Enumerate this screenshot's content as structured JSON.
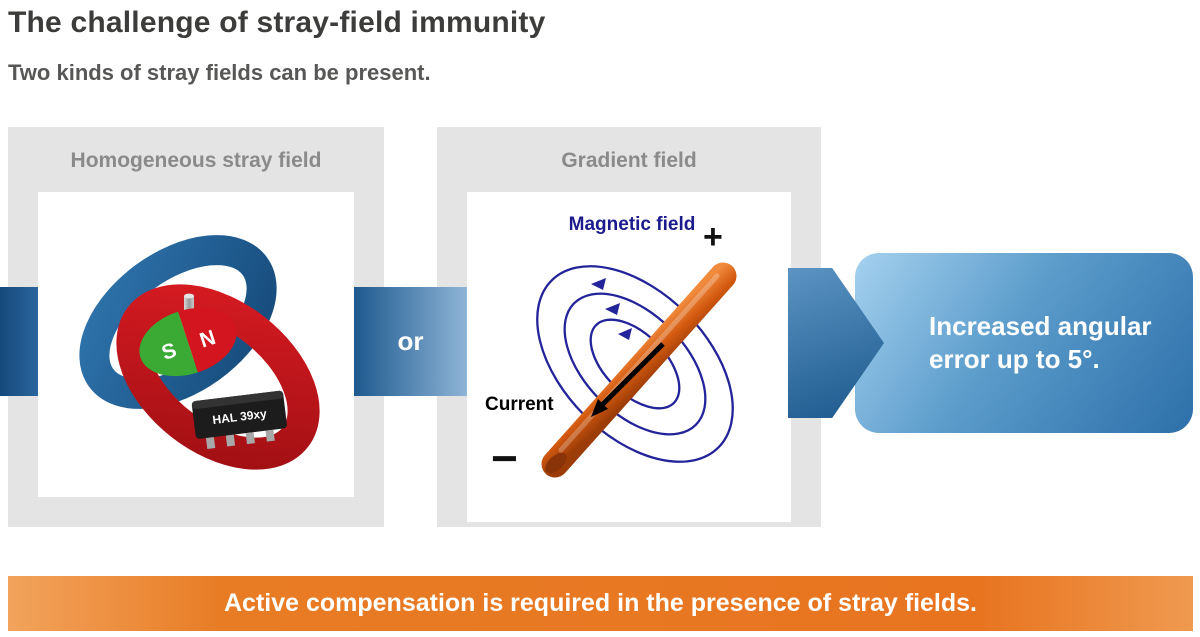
{
  "page": {
    "title": "The challenge of stray-field immunity",
    "subtitle": "Two kinds of stray fields can be present."
  },
  "left_panel": {
    "header": "Homogeneous stray field",
    "illustration": {
      "chip_label": "HAL 39xy",
      "magnet_south": "S",
      "magnet_north": "N"
    }
  },
  "right_panel": {
    "header": "Gradient field",
    "illustration": {
      "magnetic_field_label": "Magnetic field",
      "current_label": "Current",
      "plus_sign": "+",
      "minus_sign": "−"
    }
  },
  "connector": {
    "or_label": "or"
  },
  "result": {
    "text": "Increased angular error up to 5°."
  },
  "banner": {
    "text": "Active compensation is required in the presence of stray fields."
  },
  "colors": {
    "accent_blue_dark": "#1d5a8f",
    "accent_blue_light": "#8fb4d6",
    "accent_orange": "#e87722",
    "ring_blue": "#1f5d93",
    "ring_red": "#c81618",
    "field_line_blue": "#23239a"
  }
}
